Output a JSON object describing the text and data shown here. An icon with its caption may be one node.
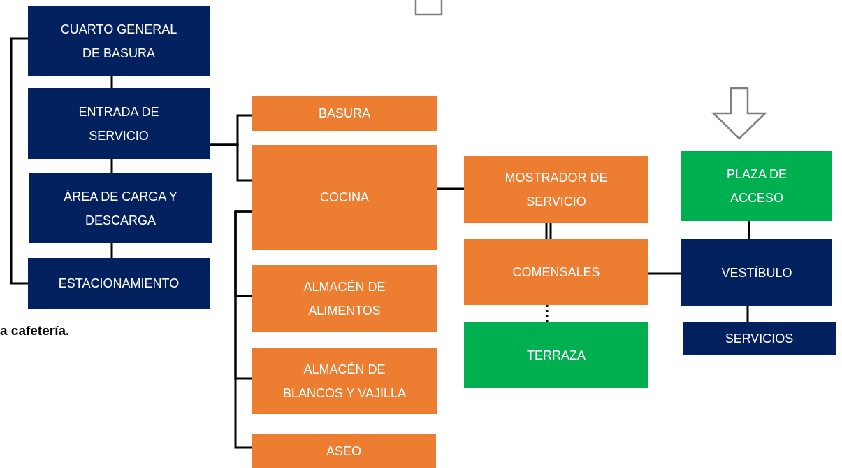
{
  "diagram": {
    "nodes": [
      {
        "text": [
          "CUARTO GENERAL DE BASURA"
        ]
      },
      {
        "text": [
          "ENTRADA DE SERVICIO"
        ]
      },
      {
        "text": [
          "ÁREA DE CARGA Y DESCARGA"
        ]
      },
      {
        "text": [
          "ESTACIONAMIENTO"
        ]
      },
      {
        "text": [
          "BASURA"
        ]
      },
      {
        "text": [
          "COCINA"
        ]
      },
      {
        "text": [
          "ALMACÉN DE ALIMENTOS"
        ]
      },
      {
        "text": [
          "ALMACÉN DE BLANCOS Y VAJILLA"
        ]
      },
      {
        "text": [
          "ASEO"
        ]
      },
      {
        "text": [
          "MOSTRADOR DE SERVICIO"
        ]
      },
      {
        "text": [
          "COMENSALES"
        ]
      },
      {
        "text": [
          "TERRAZA"
        ]
      },
      {
        "text": [
          "PLAZA DE ACCESO"
        ]
      },
      {
        "text": [
          "VESTÍBULO"
        ]
      },
      {
        "text": [
          "SERVICIOS"
        ]
      }
    ],
    "edges": [
      {
        "from": 0,
        "to": 1,
        "arrow": "none"
      },
      {
        "from": 1,
        "to": 2,
        "arrow": "none"
      },
      {
        "from": 2,
        "to": 3,
        "arrow": "none"
      },
      {
        "from": 0,
        "to": 3,
        "arrow": "none"
      },
      {
        "from": 1,
        "to": 4,
        "arrow": "none"
      },
      {
        "from": 1,
        "to": 5,
        "arrow": "none"
      },
      {
        "from": 5,
        "to": 6,
        "arrow": "none"
      },
      {
        "from": 5,
        "to": 7,
        "arrow": "none"
      },
      {
        "from": 5,
        "to": 8,
        "arrow": "none"
      },
      {
        "from": 5,
        "to": 9,
        "arrow": "none"
      },
      {
        "from": 9,
        "to": 10,
        "arrow": "none"
      },
      {
        "from": 10,
        "to": 11,
        "arrow": "none",
        "style": "dashed"
      },
      {
        "from": 10,
        "to": 13,
        "arrow": "none"
      },
      {
        "from": 12,
        "to": 13,
        "arrow": "none"
      },
      {
        "from": 13,
        "to": 14,
        "arrow": "none"
      },
      {
        "from": null,
        "to": 12,
        "arrow": "to"
      }
    ],
    "labels": [
      "a cafetería."
    ]
  }
}
